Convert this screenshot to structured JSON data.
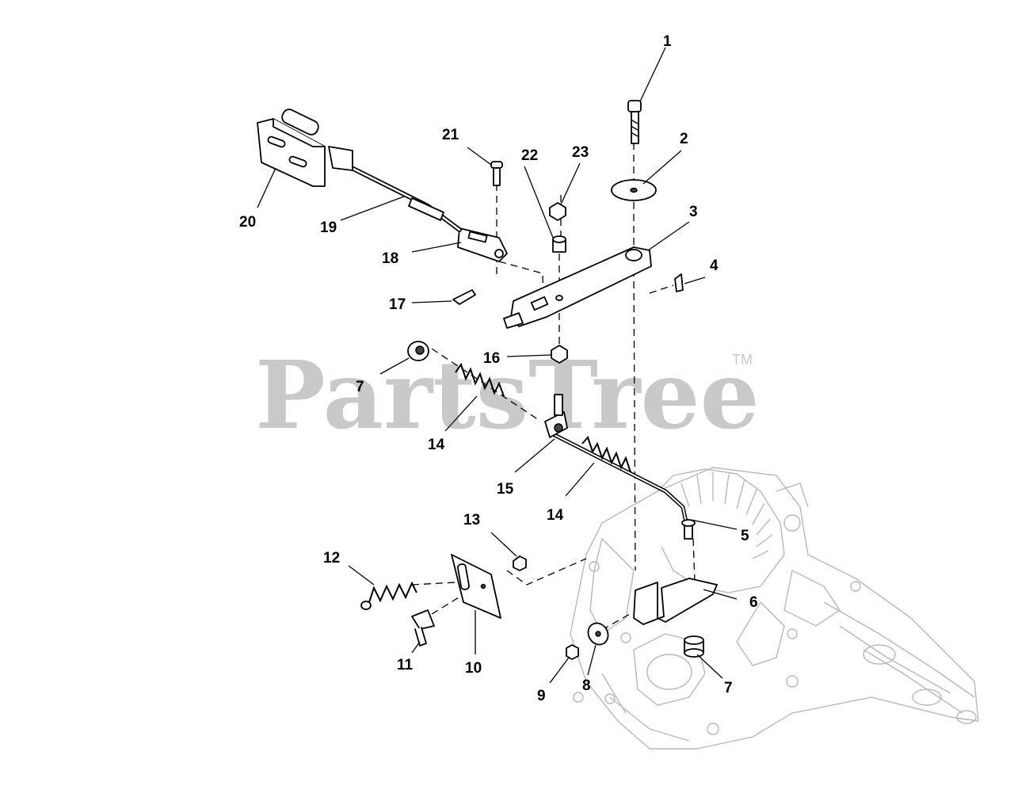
{
  "watermark": {
    "text": "PartsTree",
    "trademark": "TM"
  },
  "callouts": [
    "1",
    "2",
    "3",
    "4",
    "5",
    "6",
    "7",
    "8",
    "9",
    "10",
    "11",
    "12",
    "13",
    "14",
    "15",
    "16",
    "17",
    "18",
    "19",
    "20",
    "21",
    "22",
    "23"
  ],
  "colors": {
    "ink": "#000000",
    "watermark": "#c9c9c9",
    "ghost": "#b8b8b8"
  }
}
